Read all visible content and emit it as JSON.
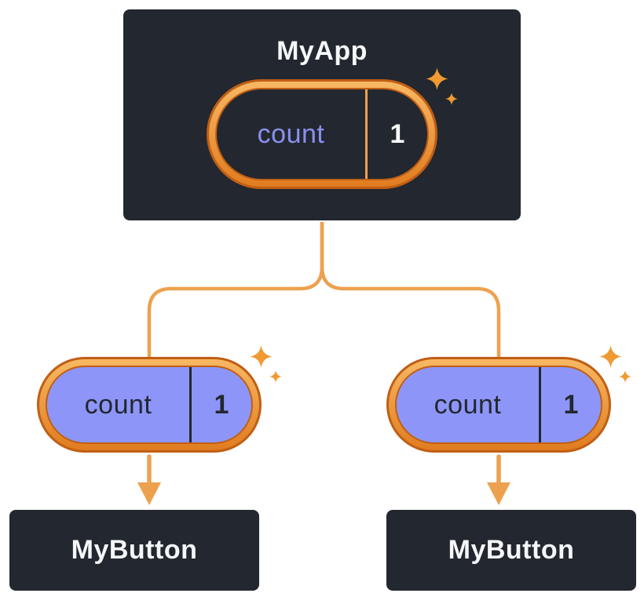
{
  "colors": {
    "canvas-bg": "#ffffff",
    "node-bg": "#23272f",
    "node-border": "#ffffff",
    "node-text": "#f6f7f9",
    "ring-outline": "#c05f15",
    "ring-light": "#f8b864",
    "ring-dark": "#e07c1f",
    "connector": "#eda14f",
    "sparkle": "#ef9a33",
    "pill-dark-bg": "#23272f",
    "pill-light-bg": "#8d96f8",
    "pill-dark-text": "#23272f",
    "state-key-root": "#8a90f0",
    "state-value-root": "#ffffff"
  },
  "root_node": {
    "title": "MyApp",
    "state": {
      "key": "count",
      "value": "1"
    }
  },
  "child_nodes": [
    {
      "title": "MyButton",
      "state": {
        "key": "count",
        "value": "1"
      }
    },
    {
      "title": "MyButton",
      "state": {
        "key": "count",
        "value": "1"
      }
    }
  ]
}
